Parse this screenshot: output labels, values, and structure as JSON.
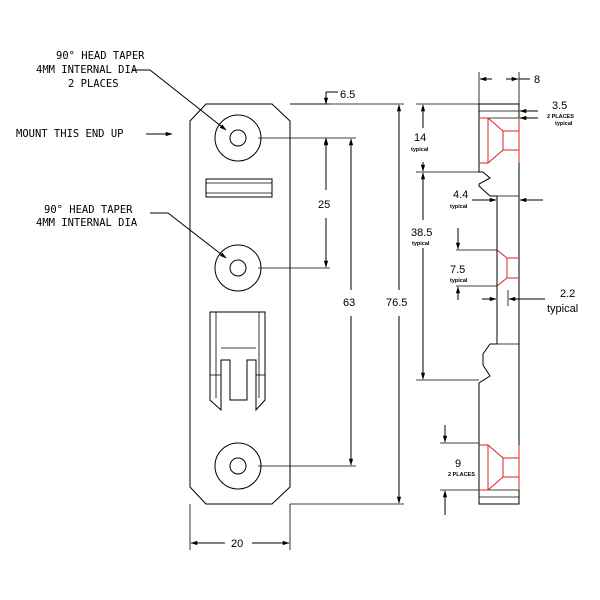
{
  "labels": {
    "taper_top_line1": "90° HEAD TAPER",
    "taper_top_line2": "4MM INTERNAL DIA",
    "taper_top_line3": "2 PLACES",
    "mount": "MOUNT THIS END UP",
    "taper_mid_line1": "90° HEAD TAPER",
    "taper_mid_line2": "4MM INTERNAL DIA"
  },
  "front_dims": {
    "top_offset": "6.5",
    "spacing_1": "25",
    "spacing_2": "63",
    "length": "76.5",
    "width": "20"
  },
  "side_dims": {
    "thickness": "8",
    "taper": "3.5",
    "taper_note": "2 PLACES",
    "taper_note2": "typical",
    "top": "14",
    "top_note": "typical",
    "notch": "4.4",
    "notch_note": "typical",
    "middle": "38.5",
    "middle_note": "typical",
    "bump": "7.5",
    "bump_note": "typical",
    "depth": "2.2",
    "depth_note": "typical",
    "bottom": "9",
    "bottom_note": "2 PLACES"
  },
  "colors": {
    "line": "#000000",
    "countersink": "#e0201c"
  }
}
